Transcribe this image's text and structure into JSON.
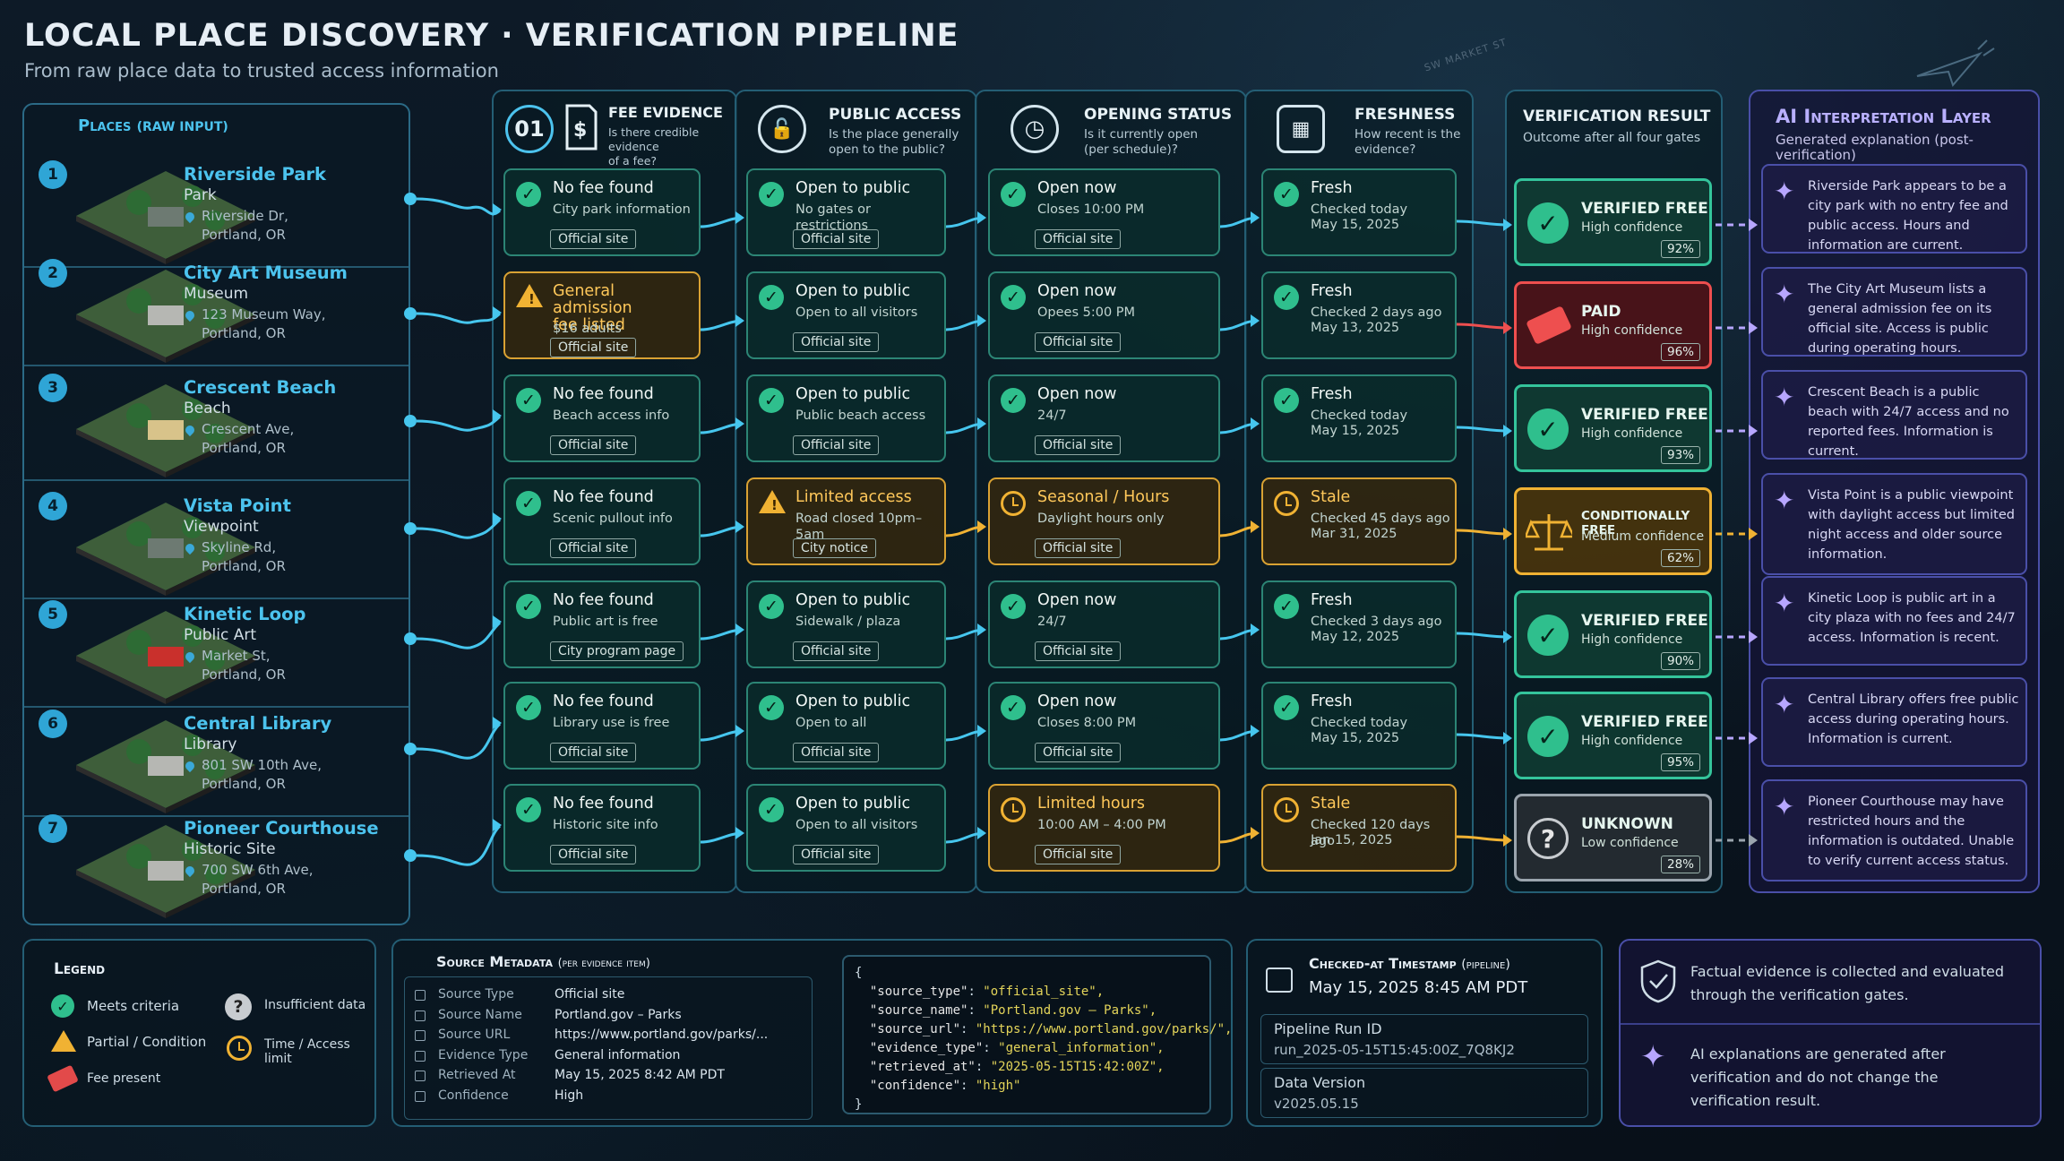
{
  "header": {
    "title": "LOCAL PLACE DISCOVERY · VERIFICATION PIPELINE",
    "subtitle": "From raw place data to trusted access information",
    "watermark": "SW MARKET ST"
  },
  "places_panel": {
    "title": "Places",
    "title_suffix": "(RAW INPUT)",
    "items": [
      {
        "num": "1",
        "name": "Riverside Park",
        "type": "Park",
        "addr1": "Riverside Dr,",
        "addr2": "Portland, OR"
      },
      {
        "num": "2",
        "name": "City Art Museum",
        "type": "Museum",
        "addr1": "123 Museum Way,",
        "addr2": "Portland, OR"
      },
      {
        "num": "3",
        "name": "Crescent Beach",
        "type": "Beach",
        "addr1": "Crescent Ave,",
        "addr2": "Portland, OR"
      },
      {
        "num": "4",
        "name": "Vista Point",
        "type": "Viewpoint",
        "addr1": "Skyline Rd,",
        "addr2": "Portland, OR"
      },
      {
        "num": "5",
        "name": "Kinetic Loop",
        "type": "Public Art",
        "addr1": "Market St,",
        "addr2": "Portland, OR"
      },
      {
        "num": "6",
        "name": "Central Library",
        "type": "Library",
        "addr1": "801 SW 10th Ave,",
        "addr2": "Portland, OR"
      },
      {
        "num": "7",
        "name": "Pioneer Courthouse",
        "type": "Historic Site",
        "addr1": "700 SW 6th Ave,",
        "addr2": "Portland, OR"
      }
    ]
  },
  "columns": {
    "fee": {
      "badge": "01",
      "title": "FEE EVIDENCE",
      "sub1": "Is there credible evidence",
      "sub2": "of a fee?",
      "cards": [
        {
          "title": "No fee found",
          "sub": "City park information",
          "tag": "Official site"
        },
        {
          "title": "General admission",
          "title2": "fee listed",
          "sub": "$16 adults",
          "tag": "Official site"
        },
        {
          "title": "No fee found",
          "sub": "Beach access info",
          "tag": "Official site"
        },
        {
          "title": "No fee found",
          "sub": "Scenic pullout info",
          "tag": "Official site"
        },
        {
          "title": "No fee found",
          "sub": "Public art is free",
          "tag": "City program page"
        },
        {
          "title": "No fee found",
          "sub": "Library use is free",
          "tag": "Official site"
        },
        {
          "title": "No fee found",
          "sub": "Historic site info",
          "tag": "Official site"
        }
      ]
    },
    "access": {
      "title": "PUBLIC ACCESS",
      "sub1": "Is the place generally",
      "sub2": "open to the public?",
      "cards": [
        {
          "title": "Open to public",
          "sub": "No gates or restrictions",
          "tag": "Official site"
        },
        {
          "title": "Open to public",
          "sub": "Open to all visitors",
          "tag": "Official site"
        },
        {
          "title": "Open to public",
          "sub": "Public beach access",
          "tag": "Official site"
        },
        {
          "title": "Limited access",
          "sub": "Road closed 10pm–5am",
          "tag": "City notice"
        },
        {
          "title": "Open to public",
          "sub": "Sidewalk / plaza",
          "tag": "Official site"
        },
        {
          "title": "Open to public",
          "sub": "Open to all",
          "tag": "Official site"
        },
        {
          "title": "Open to public",
          "sub": "Open to all visitors",
          "tag": "Official site"
        }
      ]
    },
    "opening": {
      "title": "OPENING STATUS",
      "sub1": "Is it currently open",
      "sub2": "(per schedule)?",
      "cards": [
        {
          "title": "Open now",
          "sub": "Closes 10:00 PM",
          "tag": "Official site"
        },
        {
          "title": "Open now",
          "sub": "Opees 5:00 PM",
          "tag": "Official site"
        },
        {
          "title": "Open now",
          "sub": "24/7",
          "tag": "Official site"
        },
        {
          "title": "Seasonal / Hours",
          "sub": "Daylight hours only",
          "tag": "Official site"
        },
        {
          "title": "Open now",
          "sub": "24/7",
          "tag": "Official site"
        },
        {
          "title": "Open now",
          "sub": "Closes 8:00 PM",
          "tag": "Official site"
        },
        {
          "title": "Limited hours",
          "sub": "10:00 AM – 4:00 PM",
          "tag": "Official site"
        }
      ]
    },
    "fresh": {
      "title": "FRESHNESS",
      "sub1": "How recent is the",
      "sub2": "evidence?",
      "cards": [
        {
          "title": "Fresh",
          "sub": "Checked today",
          "sub2": "May 15, 2025"
        },
        {
          "title": "Fresh",
          "sub": "Checked 2 days ago",
          "sub2": "May 13, 2025"
        },
        {
          "title": "Fresh",
          "sub": "Checked today",
          "sub2": "May 15, 2025"
        },
        {
          "title": "Stale",
          "sub": "Checked 45 days ago",
          "sub2": "Mar 31, 2025"
        },
        {
          "title": "Fresh",
          "sub": "Checked 3 days ago",
          "sub2": "May 12, 2025"
        },
        {
          "title": "Fresh",
          "sub": "Checked today",
          "sub2": "May 15, 2025"
        },
        {
          "title": "Stale",
          "sub": "Checked 120 days ago",
          "sub2": "Jan 15, 2025"
        }
      ]
    },
    "result": {
      "title": "VERIFICATION RESULT",
      "sub": "Outcome after all four gates",
      "cards": [
        {
          "title": "VERIFIED FREE",
          "conf": "High confidence",
          "pct": "92%"
        },
        {
          "title": "PAID",
          "conf": "High confidence",
          "pct": "96%"
        },
        {
          "title": "VERIFIED FREE",
          "conf": "High confidence",
          "pct": "93%"
        },
        {
          "title": "CONDITIONALLY FREE",
          "conf": "Medium confidence",
          "pct": "62%"
        },
        {
          "title": "VERIFIED FREE",
          "conf": "High confidence",
          "pct": "90%"
        },
        {
          "title": "VERIFIED FREE",
          "conf": "High confidence",
          "pct": "95%"
        },
        {
          "title": "UNKNOWN",
          "conf": "Low confidence",
          "pct": "28%"
        }
      ]
    },
    "ai": {
      "title": "AI Interpretation Layer",
      "sub": "Generated explanation (post-verification)",
      "cards": [
        "Riverside Park appears to be a city park with no entry fee and public access. Hours and information are current.",
        "The City Art Museum lists a general admission fee on its official site. Access is public during operating hours.",
        "Crescent Beach is a public beach with 24/7 access and no reported fees. Information is current.",
        "Vista Point is a public viewpoint with daylight access but limited night access and older source information.",
        "Kinetic Loop is public art in a city plaza with no fees and 24/7 access. Information is recent.",
        "Central Library offers free public access during operating hours. Information is current.",
        "Pioneer Courthouse may have restricted hours and the information is outdated. Unable to verify current access status."
      ]
    }
  },
  "legend": {
    "title": "Legend",
    "meets": "Meets criteria",
    "insufficient": "Insufficient data",
    "partial": "Partial / Condition",
    "time": "Time / Access limit",
    "fee": "Fee present"
  },
  "source_meta": {
    "title": "Source Metadata",
    "title_suffix": "(per evidence item)",
    "rows": [
      {
        "k": "Source Type",
        "v": "Official site"
      },
      {
        "k": "Source Name",
        "v": "Portland.gov – Parks"
      },
      {
        "k": "Source URL",
        "v": "https://www.portland.gov/parks/..."
      },
      {
        "k": "Evidence Type",
        "v": "General information"
      },
      {
        "k": "Retrieved At",
        "v": "May 15, 2025  8:42 AM PDT"
      },
      {
        "k": "Confidence",
        "v": "High"
      }
    ],
    "json": [
      {
        "k": "\"source_type\"",
        "v": "\"official_site\","
      },
      {
        "k": "\"source_name\"",
        "v": "\"Portland.gov – Parks\","
      },
      {
        "k": "\"source_url\"",
        "v": "\"https://www.portland.gov/parks/\","
      },
      {
        "k": "\"evidence_type\"",
        "v": "\"general_information\","
      },
      {
        "k": "\"retrieved_at\"",
        "v": "\"2025-05-15T15:42:00Z\","
      },
      {
        "k": "\"confidence\"",
        "v": "\"high\""
      }
    ]
  },
  "timestamp": {
    "title": "Checked-at Timestamp",
    "title_suffix": "(pipeline)",
    "value": "May 15, 2025  8:45 AM PDT",
    "run_label": "Pipeline Run ID",
    "run_value": "run_2025-05-15T15:45:00Z_7Q8KJ2",
    "ver_label": "Data Version",
    "ver_value": "v2025.05.15"
  },
  "notes": {
    "factual": "Factual evidence is collected and evaluated through the verification gates.",
    "ai": "AI explanations are generated after verification and do not change the verification result."
  },
  "colors": {
    "accent": "#4cc3ee",
    "ok": "#2fbf8d",
    "warn": "#f0b233",
    "paid": "#ee4f4f",
    "ai": "#b7a6ff"
  }
}
